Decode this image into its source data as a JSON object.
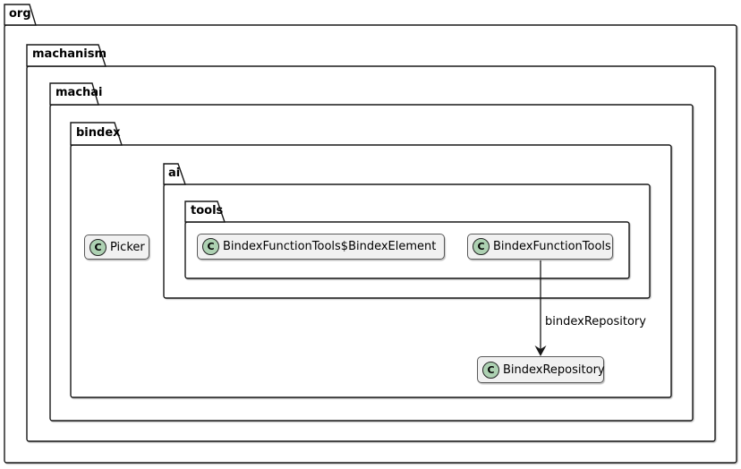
{
  "diagram": {
    "type": "uml-package-diagram",
    "packages": [
      {
        "id": "org",
        "label": "org"
      },
      {
        "id": "machanism",
        "label": "machanism"
      },
      {
        "id": "machai",
        "label": "machai"
      },
      {
        "id": "bindex",
        "label": "bindex"
      },
      {
        "id": "ai",
        "label": "ai"
      },
      {
        "id": "tools",
        "label": "tools"
      }
    ],
    "classes": [
      {
        "id": "picker",
        "stereotype": "C",
        "label": "Picker",
        "package": "bindex"
      },
      {
        "id": "bindex-element",
        "stereotype": "C",
        "label": "BindexFunctionTools$BindexElement",
        "package": "tools"
      },
      {
        "id": "bindex-function-tools",
        "stereotype": "C",
        "label": "BindexFunctionTools",
        "package": "tools"
      },
      {
        "id": "bindex-repository",
        "stereotype": "C",
        "label": "BindexRepository",
        "package": "bindex"
      }
    ],
    "relations": [
      {
        "from": "BindexFunctionTools",
        "to": "BindexRepository",
        "label": "bindexRepository",
        "style": "solid-arrow"
      }
    ],
    "colors": {
      "line": "#181818",
      "class_fill": "#f1f1f1",
      "class_border": "#5a5a5a",
      "circle_fill": "#add1b2",
      "background": "#ffffff"
    }
  }
}
